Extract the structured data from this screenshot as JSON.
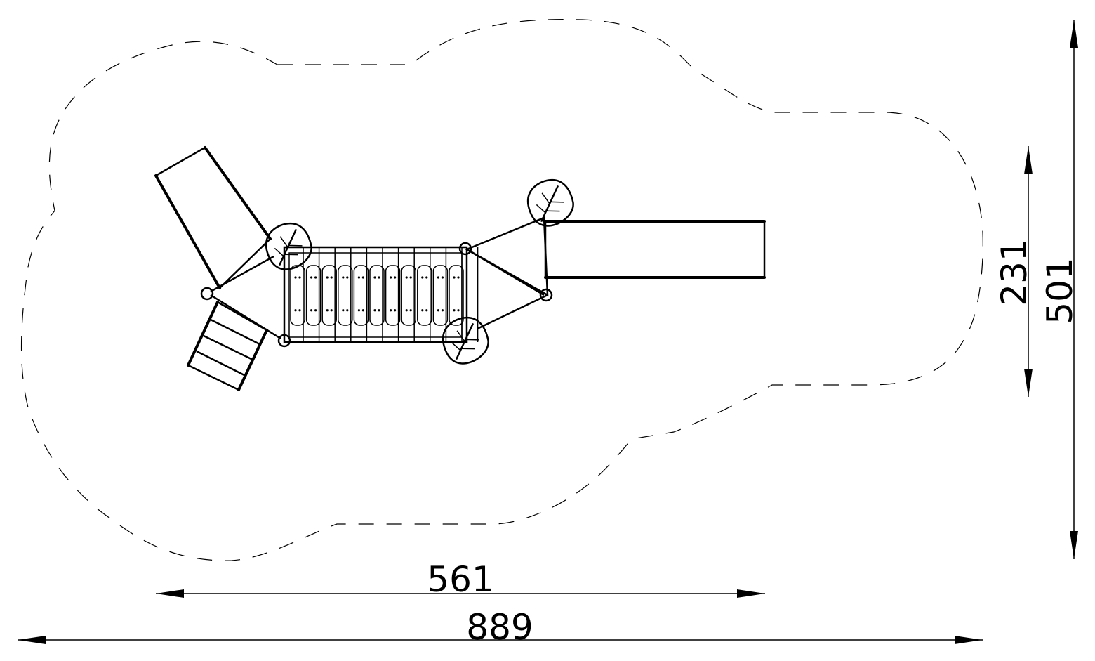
{
  "dimensions": {
    "total_width": "889",
    "inner_width": "561",
    "total_height": "501",
    "inner_height": "231"
  },
  "colors": {
    "line": "#000000",
    "background": "#ffffff"
  }
}
